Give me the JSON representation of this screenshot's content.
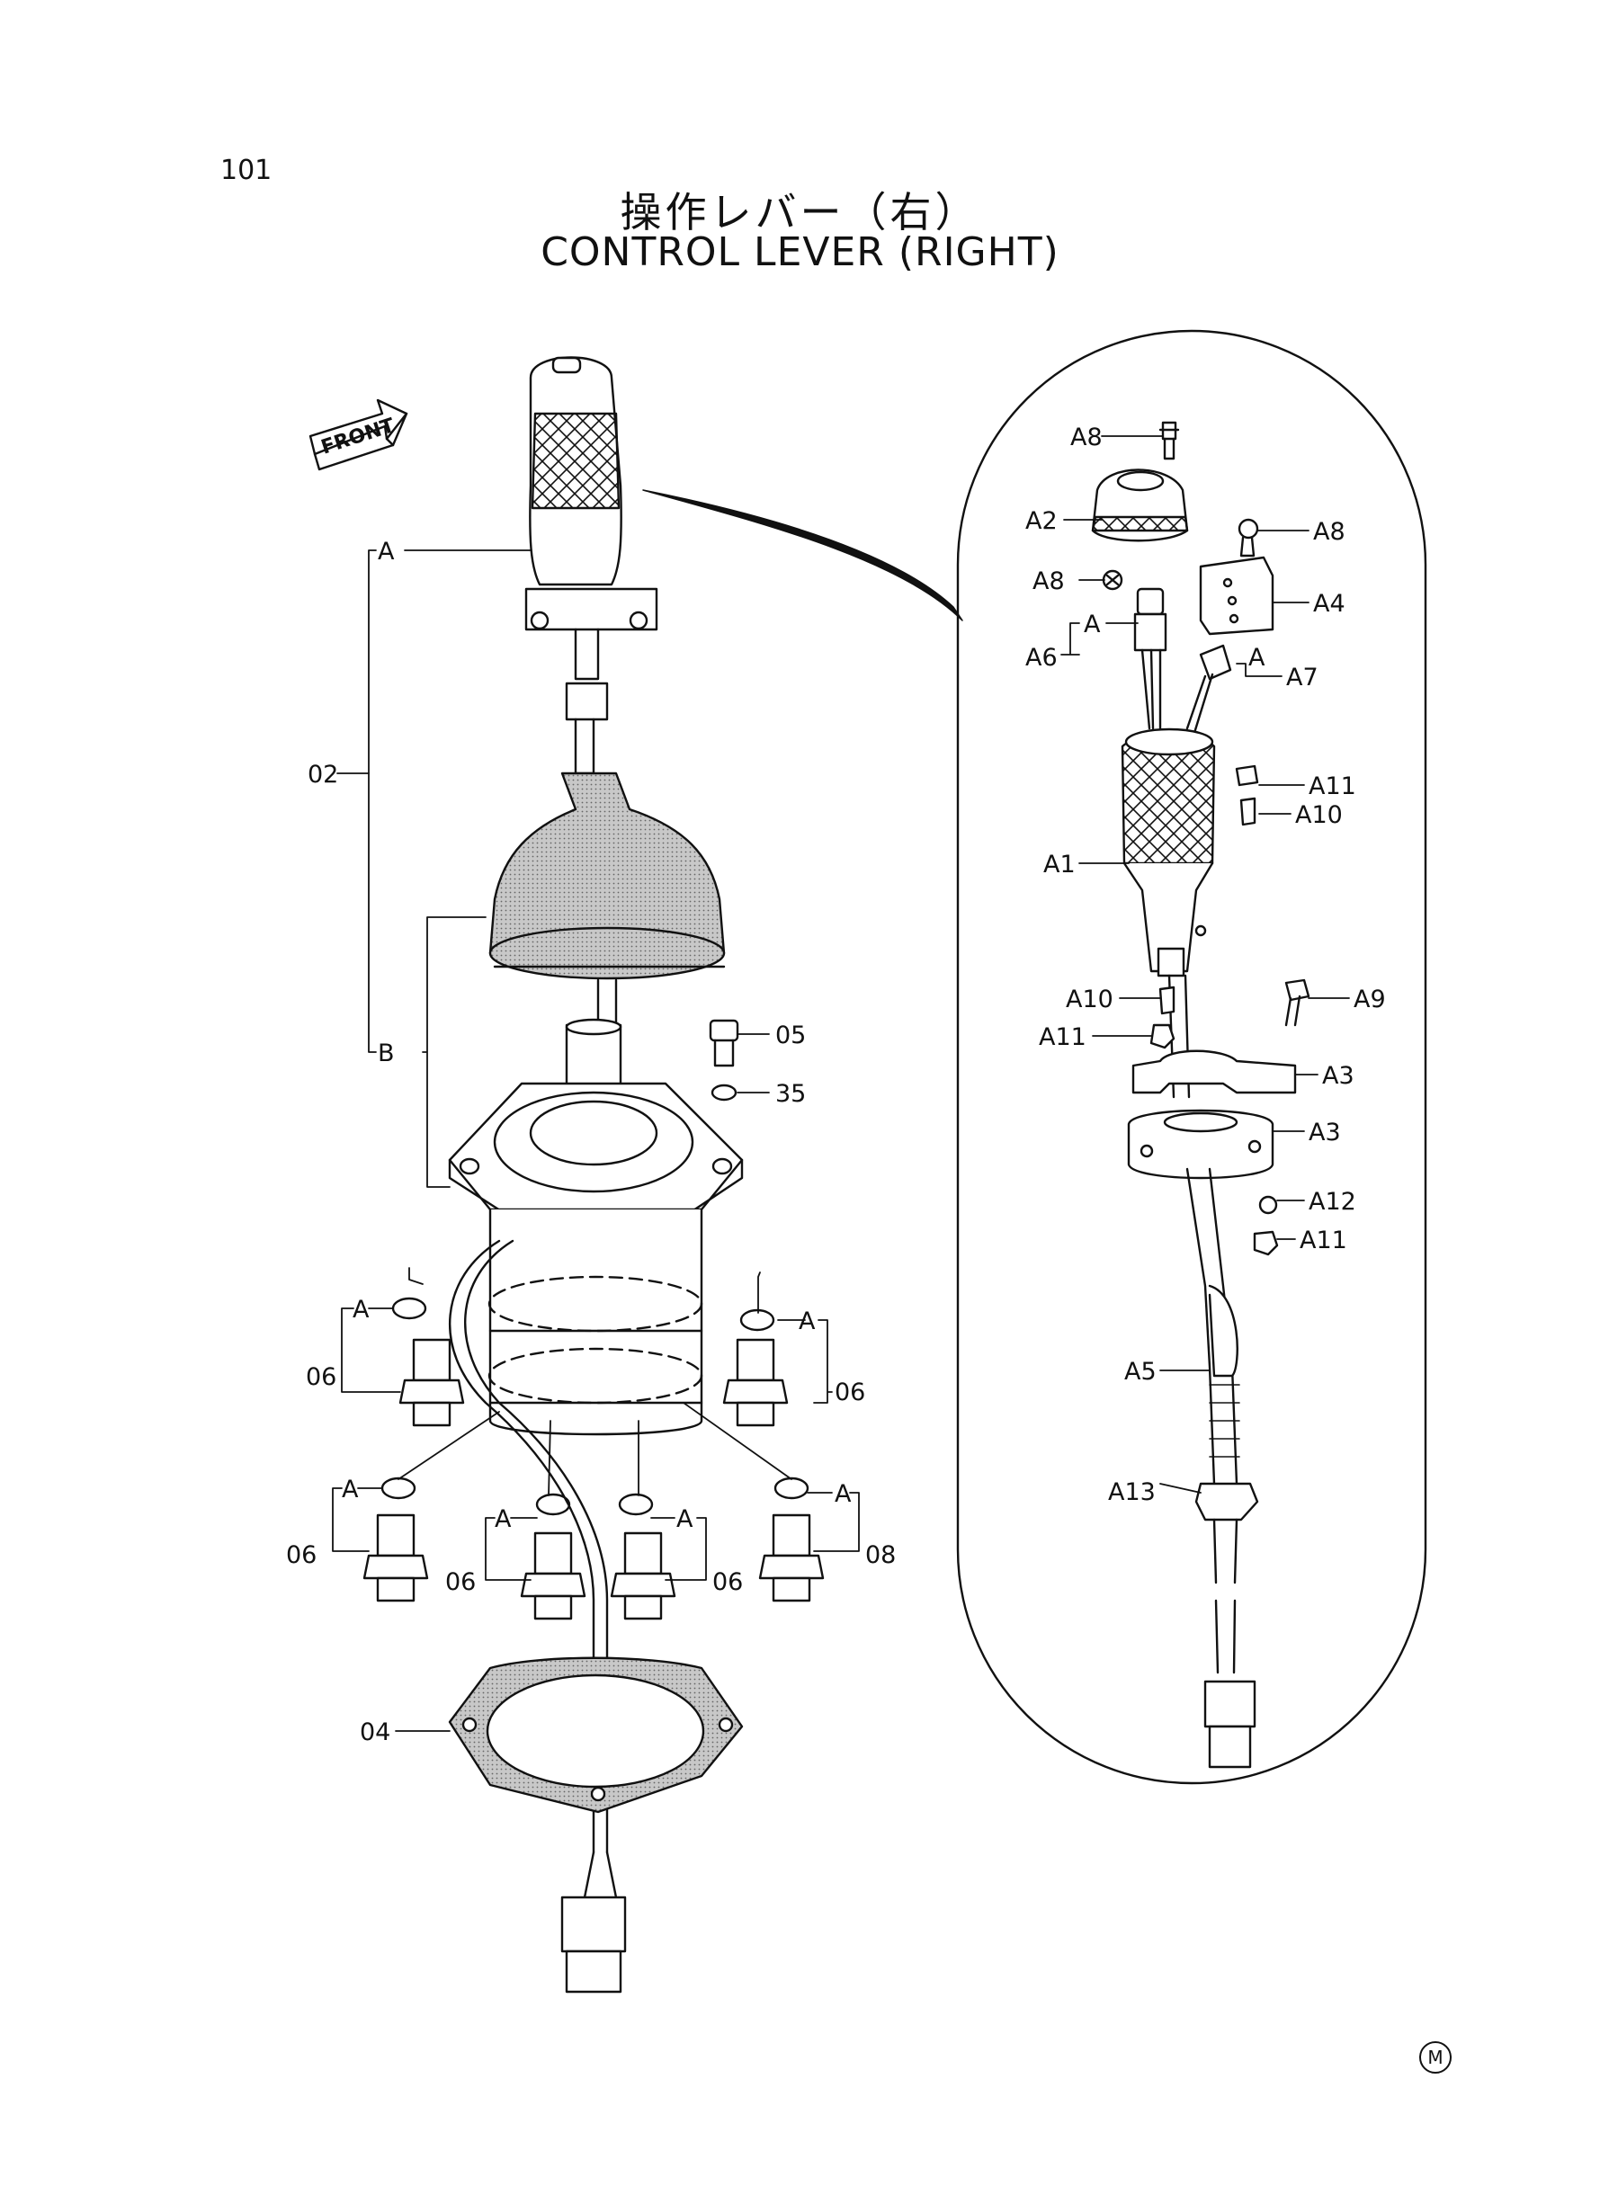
{
  "page_number": "101",
  "title_jp": "操作レバー（右）",
  "title_en": "CONTROL LEVER (RIGHT)",
  "front_label": "FRONT",
  "maker_mark": "M",
  "main_labels": {
    "A_top": "A",
    "B": "B",
    "l02": "02",
    "l05": "05",
    "l35": "35",
    "l04": "04",
    "a1": "A",
    "a2": "A",
    "a3": "A",
    "a4": "A",
    "a5": "A",
    "a6": "A",
    "p06_1": "06",
    "p06_2": "06",
    "p06_3": "06",
    "p06_4": "06",
    "p06_5": "06",
    "l08": "08"
  },
  "detail_labels": {
    "A8_1": "A8",
    "A2": "A2",
    "A8_2": "A8",
    "A8_3": "A8",
    "A4": "A4",
    "A": "A",
    "A6": "A6",
    "A7a": "A",
    "A7": "A7",
    "A11_1": "A11",
    "A10_1": "A10",
    "A1": "A1",
    "A10_2": "A10",
    "A9": "A9",
    "A11_2": "A11",
    "A3_1": "A3",
    "A3_2": "A3",
    "A12": "A12",
    "A11_3": "A11",
    "A5": "A5",
    "A13": "A13"
  }
}
